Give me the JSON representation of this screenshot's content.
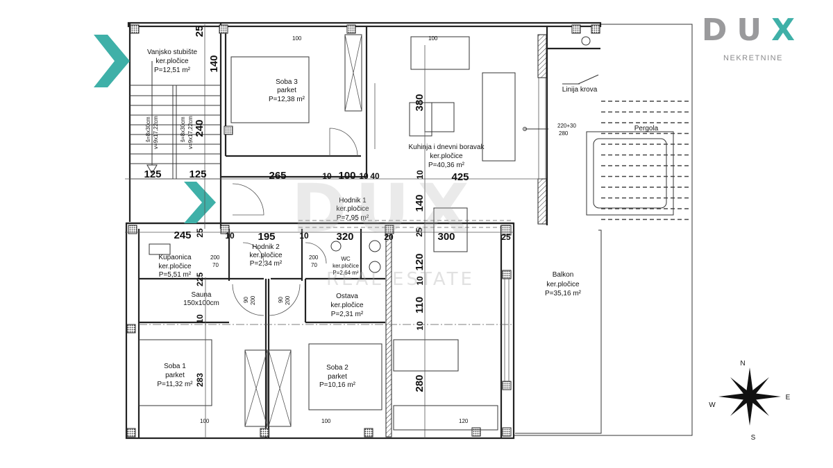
{
  "logo": {
    "word_a": "DU",
    "word_b": "X",
    "subtitle": "NEKRETNINE"
  },
  "watermark": {
    "word": "DUX",
    "subtitle": "REAL ESTATE"
  },
  "colors": {
    "accent": "#3fb0a8",
    "line": "#222222",
    "logo_grey": "#9a9a9c"
  },
  "rooms": [
    {
      "name": "Vanjsko stubište",
      "floor": "ker.pločice",
      "area": "P=12,51 m²"
    },
    {
      "name": "Soba 3",
      "floor": "parket",
      "area": "P=12,38 m²"
    },
    {
      "name": "Kuhinja i dnevni boravak",
      "floor": "ker.pločice",
      "area": "P=40,36 m²"
    },
    {
      "name": "Hodnik 1",
      "floor": "ker.pločice",
      "area": "P=7,95 m²"
    },
    {
      "name": "Kupaonica",
      "floor": "ker.pločice",
      "area": "P=5,51 m²"
    },
    {
      "name": "Hodnik 2",
      "floor": "ker.pločice",
      "area": "P=2,34 m²"
    },
    {
      "name": "WC",
      "floor": "ker.pločice",
      "area": "P=2,64 m²"
    },
    {
      "name": "Sauna",
      "floor": "150x100cm",
      "area": ""
    },
    {
      "name": "Ostava",
      "floor": "ker.pločice",
      "area": "P=2,31 m²"
    },
    {
      "name": "Soba 1",
      "floor": "parket",
      "area": "P=11,32 m²"
    },
    {
      "name": "Soba 2",
      "floor": "parket",
      "area": "P=10,16 m²"
    },
    {
      "name": "Balkon",
      "floor": "ker.pločice",
      "area": "P=35,16 m²"
    }
  ],
  "notes": {
    "roof_line": "Linija krova",
    "pergola": "Pergola",
    "window_a": "220+30",
    "window_b": "280",
    "stair_a1": "š=8x30cm",
    "stair_a2": "v=9x17,22cm",
    "stair_b1": "š=8x30cm",
    "stair_b2": "v=9x17,22cm"
  },
  "dimensions": [
    "25",
    "140",
    "240",
    "125",
    "125",
    "265",
    "10",
    "100",
    "10",
    "40",
    "425",
    "380",
    "10",
    "140",
    "245",
    "25",
    "10",
    "195",
    "10",
    "320",
    "20",
    "25",
    "300",
    "25",
    "120",
    "10",
    "110",
    "10",
    "280",
    "225",
    "10",
    "90",
    "200",
    "90",
    "200",
    "200",
    "70",
    "200",
    "70",
    "100",
    "100",
    "100",
    "100",
    "120",
    "283"
  ],
  "compass": {
    "n": "N",
    "e": "E",
    "s": "S",
    "w": "W"
  }
}
